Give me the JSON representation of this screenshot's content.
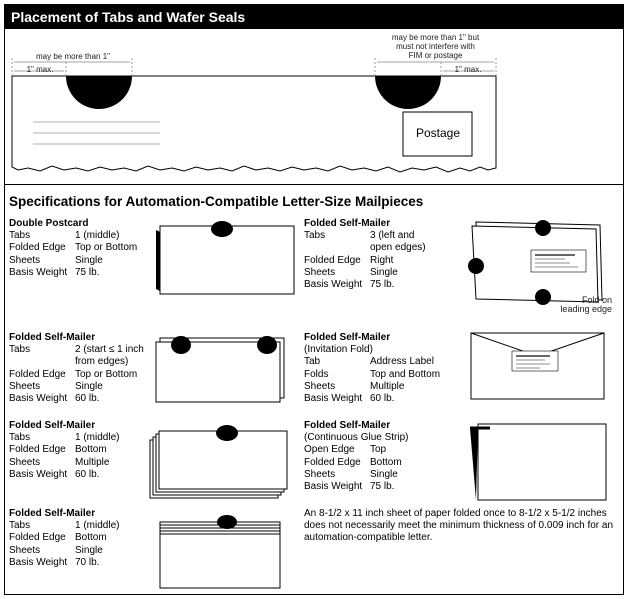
{
  "sections": {
    "placement_title": "Placement of Tabs and Wafer Seals",
    "specs_title": "Specifications for Automation-Compatible Letter-Size Mailpieces"
  },
  "placement": {
    "left_note": "may be more than 1\"",
    "left_max": "1\" max.",
    "right_note_1": "may be more than 1\" but",
    "right_note_2": "must not interfere with",
    "right_note_3": "FIM or postage",
    "right_max": "1\" max.",
    "postage": "Postage"
  },
  "specs": [
    {
      "title": "Double Postcard",
      "rows": [
        [
          "Tabs",
          "1 (middle)"
        ],
        [
          "Folded Edge",
          "Top or Bottom"
        ],
        [
          "Sheets",
          "Single"
        ],
        [
          "Basis Weight",
          "75 lb."
        ]
      ]
    },
    {
      "title": "Folded Self-Mailer",
      "rows": [
        [
          "Tabs",
          "3 (left and"
        ],
        [
          "",
          "open edges)"
        ],
        [
          "Folded Edge",
          "Right"
        ],
        [
          "Sheets",
          "Single"
        ],
        [
          "Basis Weight",
          "75 lb."
        ]
      ]
    },
    {
      "title": "Folded Self-Mailer",
      "rows": [
        [
          "Tabs",
          "2 (start ≤ 1 inch"
        ],
        [
          "",
          "from edges)"
        ],
        [
          "Folded Edge",
          "Top or Bottom"
        ],
        [
          "Sheets",
          "Single"
        ],
        [
          "Basis Weight",
          "60 lb."
        ]
      ]
    },
    {
      "title": "Folded Self-Mailer",
      "subtitle": "(Invitation Fold)",
      "rows": [
        [
          "Tab",
          "Address Label"
        ],
        [
          "Folds",
          "Top and Bottom"
        ],
        [
          "Sheets",
          "Multiple"
        ],
        [
          "Basis Weight",
          "60 lb."
        ]
      ]
    },
    {
      "title": "Folded Self-Mailer",
      "rows": [
        [
          "Tabs",
          "1 (middle)"
        ],
        [
          "Folded Edge",
          "Bottom"
        ],
        [
          "Sheets",
          "Multiple"
        ],
        [
          "Basis Weight",
          "60 lb."
        ]
      ]
    },
    {
      "title": "Folded Self-Mailer",
      "subtitle": "(Continuous Glue Strip)",
      "rows": [
        [
          "Open Edge",
          "Top"
        ],
        [
          "Folded Edge",
          "Bottom"
        ],
        [
          "Sheets",
          "Single"
        ],
        [
          "Basis Weight",
          "75 lb."
        ]
      ]
    },
    {
      "title": "Folded Self-Mailer",
      "rows": [
        [
          "Tabs",
          "1 (middle)"
        ],
        [
          "Folded Edge",
          "Bottom"
        ],
        [
          "Sheets",
          "Single"
        ],
        [
          "Basis Weight",
          "70 lb."
        ]
      ]
    }
  ],
  "fold_label_1": "Fold on",
  "fold_label_2": "leading edge",
  "note": "An 8-1/2 x 11 inch sheet of paper folded once to 8-1/2 x 5-1/2 inches does not necessarily meet the minimum thickness of 0.009 inch for an automation-compatible letter."
}
